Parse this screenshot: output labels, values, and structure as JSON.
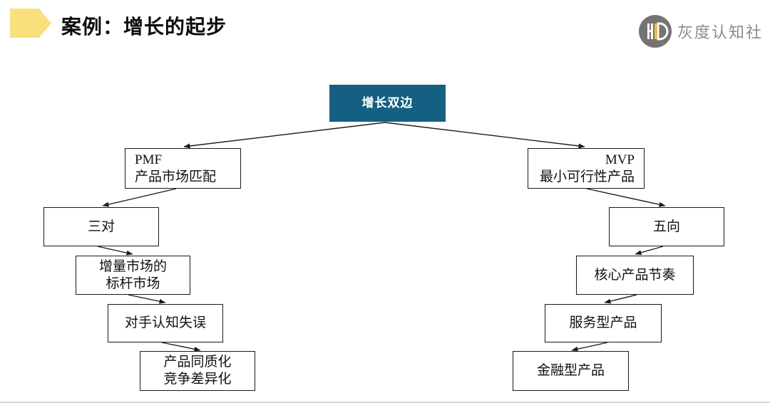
{
  "header": {
    "title": "案例：增长的起步",
    "logo_monogram": "HD",
    "logo_text": "灰度认知社"
  },
  "colors": {
    "accent_yellow": "#FAE07D",
    "root_box_blue": "#156082",
    "logo_gray": "#747474",
    "node_border": "#1a1a1a"
  },
  "diagram": {
    "root": {
      "label": "增长双边"
    },
    "left_branch": [
      {
        "line1": "PMF",
        "line2": "产品市场匹配"
      },
      {
        "line1": "三对",
        "line2": ""
      },
      {
        "line1": "增量市场的",
        "line2": "标杆市场"
      },
      {
        "line1": "对手认知失误",
        "line2": ""
      },
      {
        "line1": "产品同质化",
        "line2": "竞争差异化"
      }
    ],
    "right_branch": [
      {
        "line1": "MVP",
        "line2": "最小可行性产品"
      },
      {
        "line1": "五向",
        "line2": ""
      },
      {
        "line1": "核心产品节奏",
        "line2": ""
      },
      {
        "line1": "服务型产品",
        "line2": ""
      },
      {
        "line1": "金融型产品",
        "line2": ""
      }
    ]
  }
}
